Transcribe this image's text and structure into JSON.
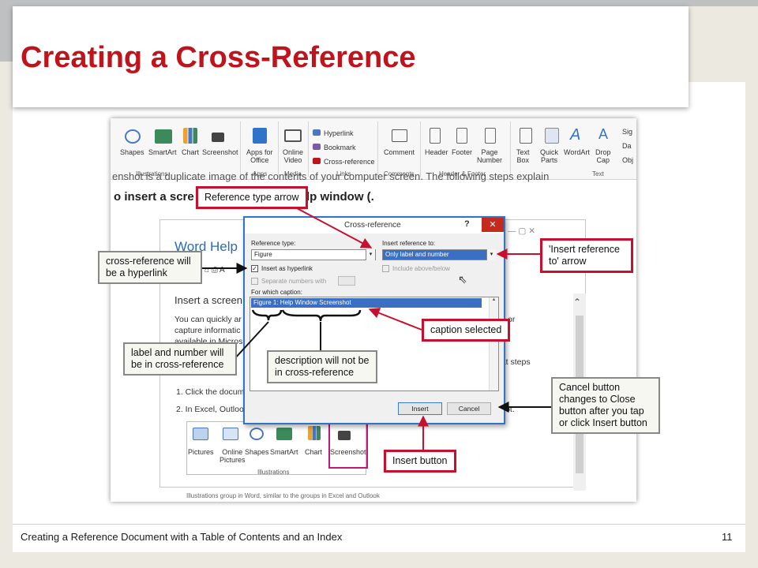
{
  "slide": {
    "title": "Creating a Cross-Reference",
    "footer_text": "Creating a Reference Document with a Table of Contents and an Index",
    "page_number": "11"
  },
  "ribbon": {
    "items": [
      {
        "label": "Shapes",
        "sub": ""
      },
      {
        "label": "SmartArt",
        "sub": ""
      },
      {
        "label": "Chart",
        "sub": ""
      },
      {
        "label": "Screenshot",
        "sub": ""
      },
      {
        "label": "Apps for",
        "sub": "Office"
      },
      {
        "label": "Online",
        "sub": "Video"
      },
      {
        "label": "Hyperlink",
        "sub": ""
      },
      {
        "label": "Bookmark",
        "sub": ""
      },
      {
        "label": "Cross-reference",
        "sub": ""
      },
      {
        "label": "Comment",
        "sub": ""
      },
      {
        "label": "Header",
        "sub": ""
      },
      {
        "label": "Footer",
        "sub": ""
      },
      {
        "label": "Page",
        "sub": "Number"
      },
      {
        "label": "Text",
        "sub": "Box"
      },
      {
        "label": "Quick",
        "sub": "Parts"
      },
      {
        "label": "WordArt",
        "sub": ""
      },
      {
        "label": "Drop",
        "sub": "Cap"
      }
    ],
    "groups": {
      "illustrations": "Illustrations",
      "apps": "Apps",
      "media": "Media",
      "links": "Links",
      "comments": "Comments",
      "header_footer": "Header & Footer",
      "text": "Text"
    },
    "edge_labels": [
      "Sig",
      "Da",
      "Obj"
    ]
  },
  "document": {
    "line1": "enshot is a duplicate image of the contents of your computer screen. The following steps explain",
    "line2": "o insert a screenshot of the Word Help window (.",
    "line2_start": "o insert a scre",
    "line2_end": "lp window (."
  },
  "help_window": {
    "title": "Word Help",
    "heading": "Insert a screen",
    "para_lines": [
      "You can quickly ar",
      "capture informatic",
      "available in Micros"
    ],
    "right_fragments": [
      "or",
      "eat steps",
      "shot."
    ],
    "steps": [
      "1.  Click the docum",
      "2.  In Excel, Outloo"
    ],
    "illustrations": [
      {
        "label": "Pictures",
        "sub": ""
      },
      {
        "label": "Online",
        "sub": "Pictures"
      },
      {
        "label": "Shapes",
        "sub": ""
      },
      {
        "label": "SmartArt",
        "sub": ""
      },
      {
        "label": "Chart",
        "sub": ""
      },
      {
        "label": "Screenshot",
        "sub": ""
      }
    ],
    "illustrations_group": "Illustrations",
    "caption": "Illustrations group in Word, similar to the groups in Excel and Outlook"
  },
  "dialog": {
    "title": "Cross-reference",
    "help": "?",
    "close": "✕",
    "reference_type_label": "Reference type:",
    "reference_type_value": "Figure",
    "insert_reference_label": "Insert reference to:",
    "insert_reference_value": "Only label and number",
    "insert_as_hyperlink": "Insert as hyperlink",
    "include_above_below": "Include above/below",
    "separate_numbers": "Separate numbers with",
    "for_which_caption": "For which caption:",
    "caption_item": "Figure 1: Help Window Screenshot",
    "insert_button": "Insert",
    "cancel_button": "Cancel"
  },
  "callouts": {
    "reference_type_arrow": "Reference type arrow",
    "cross_reference_hyperlink": "cross-reference will be a hyperlink",
    "insert_reference_to_arrow": "'Insert reference to' arrow",
    "caption_selected": "caption selected",
    "label_and_number": "label and number will be in cross-reference",
    "description_not": "description will not be in cross-reference",
    "cancel_button_changes": "Cancel button changes to Close button after you tap or click Insert button",
    "insert_button": "Insert button"
  },
  "colors": {
    "title_red": "#c0141c",
    "callout_red": "#c8102e",
    "dialog_blue": "#2f74c9",
    "selection_blue": "#3a6fc4"
  }
}
